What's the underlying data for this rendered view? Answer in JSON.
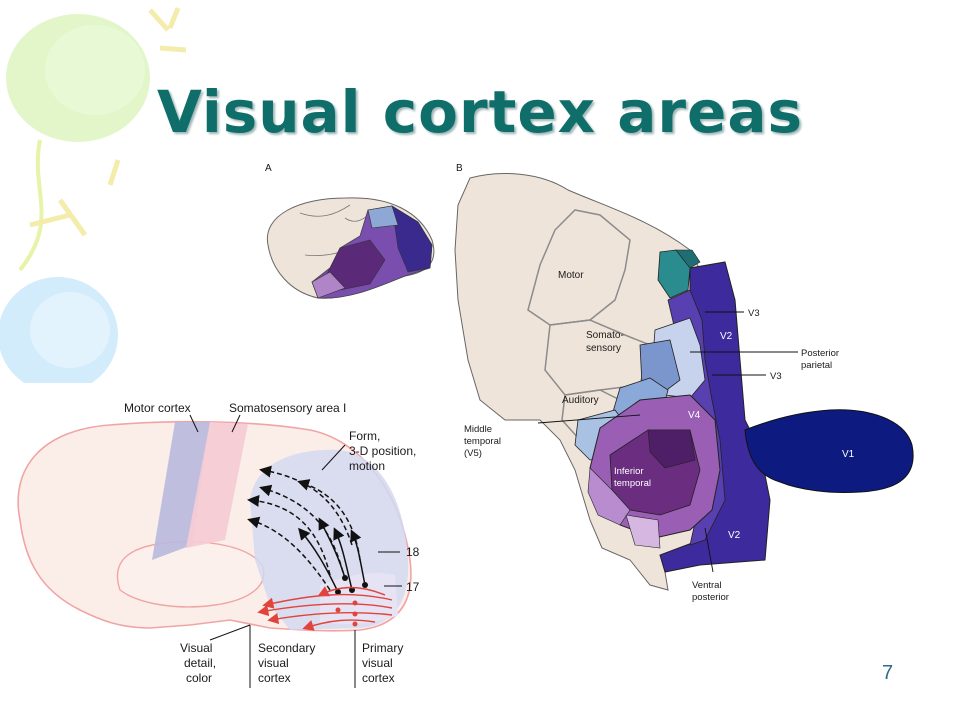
{
  "slide": {
    "title": "Visual cortex areas",
    "page_number": "7"
  },
  "colors": {
    "title": "#0f6e6a",
    "tissue": "#efe4da",
    "v1": "#0d1a80",
    "v2": "#3d2a9c",
    "v4": "#9a5fb4",
    "inferior_temporal": "#6a2d80"
  },
  "panel_a": {
    "label": "A"
  },
  "panel_b": {
    "label": "B",
    "regions": {
      "motor": "Motor",
      "somato_line1": "Somato-",
      "somato_line2": "sensory",
      "auditory": "Auditory",
      "v1": "V1",
      "v2_upper": "V2",
      "v2_lower": "V2",
      "v4": "V4",
      "inferior_line1": "Inferior",
      "inferior_line2": "temporal"
    },
    "callouts": {
      "v3_upper": "V3",
      "v3_lower": "V3",
      "posterior_parietal_line1": "Posterior",
      "posterior_parietal_line2": "parietal",
      "middle_temporal_line1": "Middle",
      "middle_temporal_line2": "temporal",
      "middle_temporal_line3": "(V5)",
      "ventral_posterior_line1": "Ventral",
      "ventral_posterior_line2": "posterior"
    }
  },
  "lower_brain": {
    "motor_cortex": "Motor cortex",
    "somatosensory": "Somatosensory area I",
    "form_line1": "Form,",
    "form_line2": "3-D position,",
    "form_line3": "motion",
    "area_18": "18",
    "area_17": "17",
    "visual_detail_line1": "Visual",
    "visual_detail_line2": "detail,",
    "visual_detail_line3": "color",
    "secondary_line1": "Secondary",
    "secondary_line2": "visual",
    "secondary_line3": "cortex",
    "primary_line1": "Primary",
    "primary_line2": "visual",
    "primary_line3": "cortex"
  }
}
